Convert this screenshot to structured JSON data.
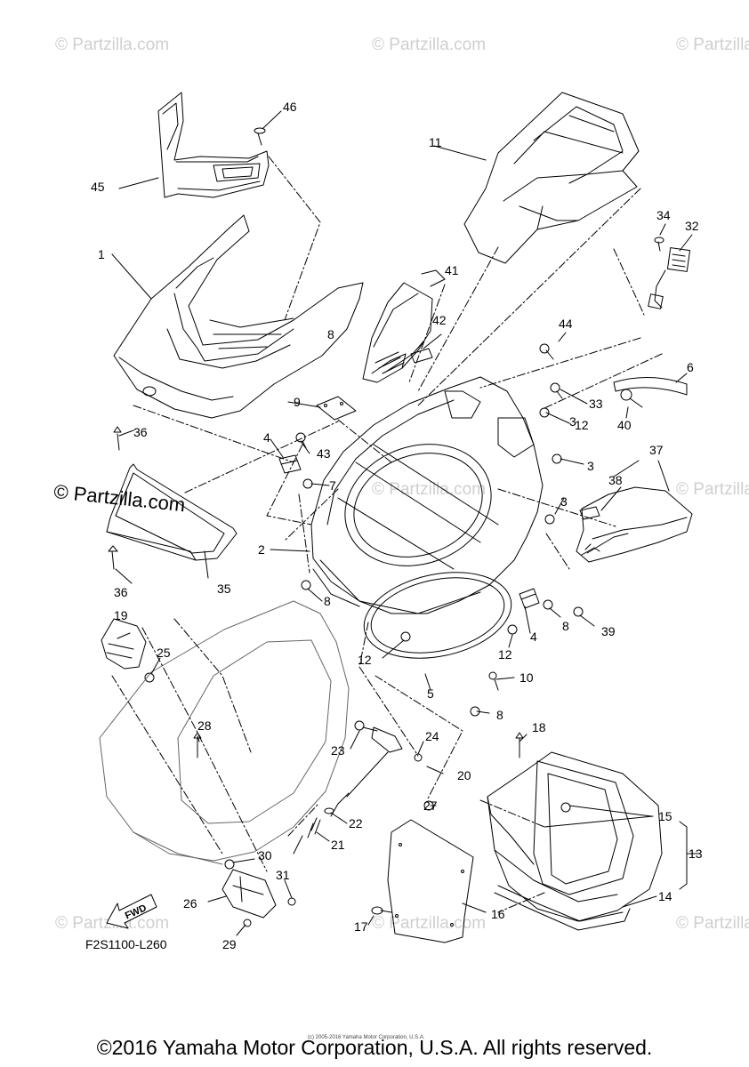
{
  "watermark": "© Partzilla.com",
  "watermark_main": "© Partzilla.com",
  "diagram_code": "F2S1100-L260",
  "fwd_label": "FWD",
  "fine_print": "(c) 2005-2016 Yamaha Motor Corporation, U.S.A.",
  "footer_copyright": "©2016 Yamaha Motor Corporation, U.S.A. All rights reserved.",
  "callouts": [
    "1",
    "2",
    "3",
    "3",
    "3",
    "4",
    "4",
    "5",
    "6",
    "7",
    "8",
    "8",
    "8",
    "8",
    "9",
    "10",
    "11",
    "12",
    "12",
    "12",
    "12",
    "13",
    "14",
    "15",
    "16",
    "17",
    "18",
    "19",
    "20",
    "21",
    "22",
    "23",
    "24",
    "25",
    "26",
    "27",
    "28",
    "29",
    "30",
    "31",
    "32",
    "33",
    "34",
    "35",
    "36",
    "36",
    "37",
    "38",
    "39",
    "40",
    "41",
    "42",
    "43",
    "44",
    "45",
    "46"
  ]
}
